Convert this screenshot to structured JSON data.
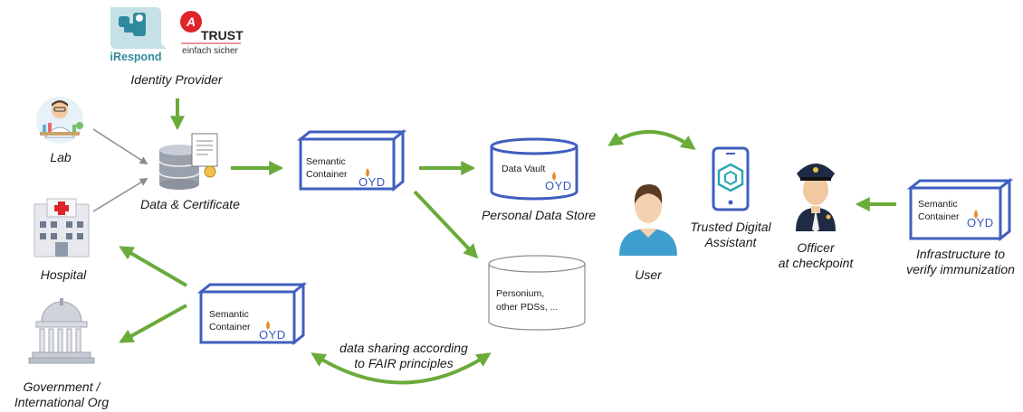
{
  "logos": {
    "irespond": "iRespond",
    "a_trust_word": "TRUST",
    "a_trust_tagline": "einfach sicher"
  },
  "labels": {
    "identity_provider": "Identity Provider",
    "lab": "Lab",
    "hospital": "Hospital",
    "government_line1": "Government /",
    "government_line2": "International Org",
    "data_certificate": "Data & Certificate",
    "personal_data_store": "Personal Data Store",
    "trusted_line1": "Trusted Digital",
    "trusted_line2": "Assistant",
    "user": "User",
    "officer_line1": "Officer",
    "officer_line2": "at checkpoint",
    "infra_line1": "Infrastructure to",
    "infra_line2": "verify immunization",
    "fair_line1": "data sharing according",
    "fair_line2": "to FAIR principles"
  },
  "containers": {
    "line1": "Semantic",
    "line2": "Container",
    "brand": "OYD"
  },
  "data_vault": {
    "label": "Data Vault",
    "brand": "OYD"
  },
  "personium": {
    "line1": "Personium,",
    "line2": "other PDSs, ..."
  },
  "colors": {
    "arrow_green": "#6aab3a",
    "container_blue": "#3f5fbf",
    "gray_arrow": "#8c8c8c"
  }
}
